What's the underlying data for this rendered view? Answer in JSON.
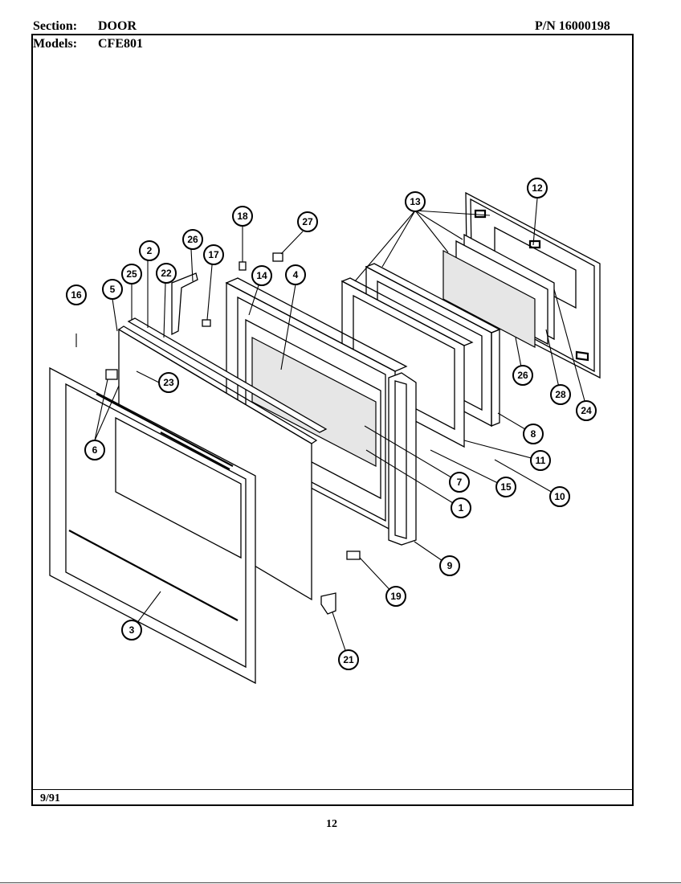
{
  "header": {
    "section_label": "Section:",
    "section_value": "DOOR",
    "part_number": "P/N 16000198",
    "models_label": "Models:",
    "models_value": "CFE801"
  },
  "footer": {
    "date": "9/91",
    "page_number": "12"
  },
  "callouts": [
    "1",
    "2",
    "3",
    "4",
    "5",
    "6",
    "7",
    "8",
    "9",
    "10",
    "11",
    "12",
    "13",
    "14",
    "15",
    "16",
    "17",
    "18",
    "19",
    "21",
    "22",
    "23",
    "24",
    "25",
    "26",
    "27",
    "28"
  ],
  "diagram_labels": [
    {
      "id": "c12",
      "text": "12"
    },
    {
      "id": "c13",
      "text": "13"
    },
    {
      "id": "c18",
      "text": "18"
    },
    {
      "id": "c27",
      "text": "27"
    },
    {
      "id": "c26a",
      "text": "26"
    },
    {
      "id": "c2",
      "text": "2"
    },
    {
      "id": "c17",
      "text": "17"
    },
    {
      "id": "c25",
      "text": "25"
    },
    {
      "id": "c22",
      "text": "22"
    },
    {
      "id": "c14",
      "text": "14"
    },
    {
      "id": "c4",
      "text": "4"
    },
    {
      "id": "c5",
      "text": "5"
    },
    {
      "id": "c16",
      "text": "16"
    },
    {
      "id": "c23",
      "text": "23"
    },
    {
      "id": "c6",
      "text": "6"
    },
    {
      "id": "c26b",
      "text": "26"
    },
    {
      "id": "c28",
      "text": "28"
    },
    {
      "id": "c24",
      "text": "24"
    },
    {
      "id": "c8",
      "text": "8"
    },
    {
      "id": "c11",
      "text": "11"
    },
    {
      "id": "c7",
      "text": "7"
    },
    {
      "id": "c15",
      "text": "15"
    },
    {
      "id": "c10",
      "text": "10"
    },
    {
      "id": "c1",
      "text": "1"
    },
    {
      "id": "c9",
      "text": "9"
    },
    {
      "id": "c19",
      "text": "19"
    },
    {
      "id": "c3",
      "text": "3"
    },
    {
      "id": "c21",
      "text": "21"
    }
  ]
}
